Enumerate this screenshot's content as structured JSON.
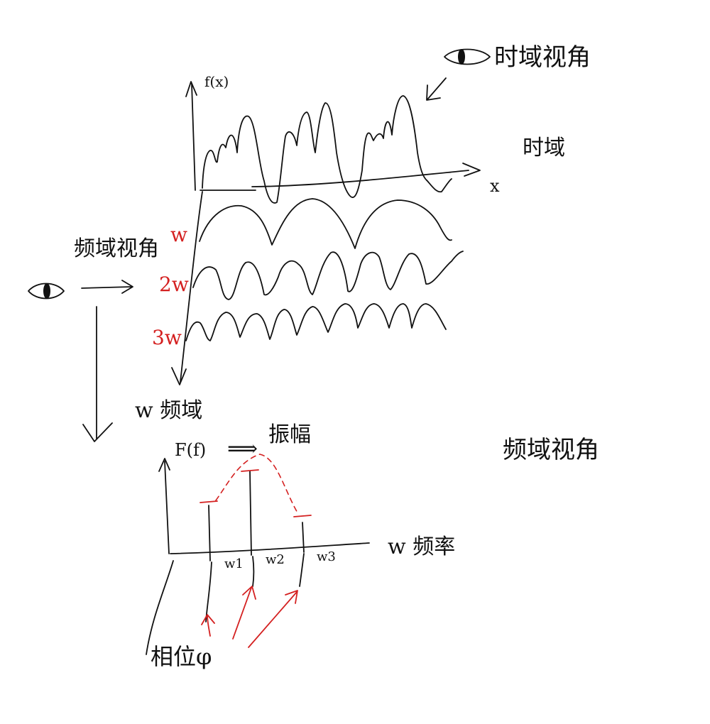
{
  "labels": {
    "fx": "f(x)",
    "time_view": "时域视角",
    "time_domain": "时域",
    "x_axis": "x",
    "freq_view_left": "频域视角",
    "w1": "w",
    "w2": "2w",
    "w3": "3w",
    "w_freq_domain": "w 频域",
    "Ff": "F(f)",
    "arrow_amp": "⟹",
    "amplitude": "振幅",
    "freq_view_right": "频域视角",
    "w_frequency": "w 频率",
    "omega1": "w1",
    "omega2": "w2",
    "omega3": "w3",
    "phase": "相位φ"
  },
  "colors": {
    "ink": "#111111",
    "red": "#d42020"
  },
  "icons": [
    "eye-icon-top",
    "eye-icon-left"
  ]
}
